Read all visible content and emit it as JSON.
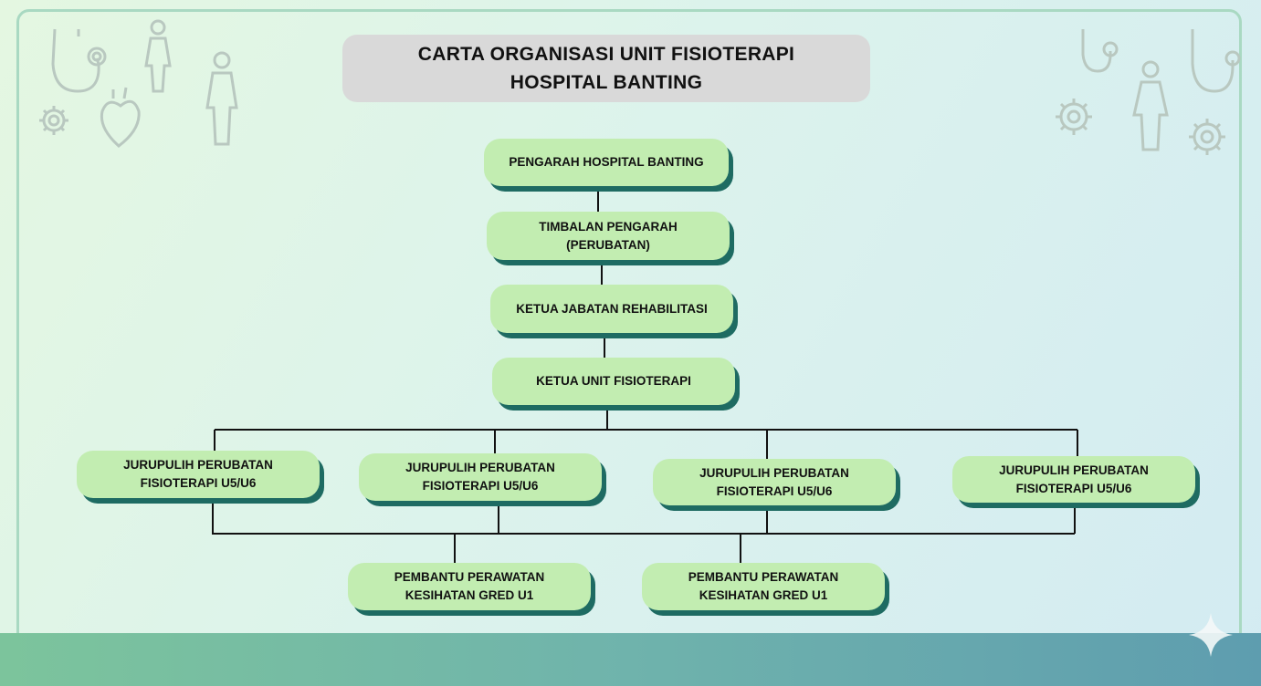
{
  "title": {
    "line1": "CARTA ORGANISASI UNIT FISIOTERAPI",
    "line2": "HOSPITAL BANTING"
  },
  "nodes": {
    "pengarah": {
      "line1": "PENGARAH HOSPITAL BANTING"
    },
    "timbalan": {
      "line1": "TIMBALAN PENGARAH",
      "line2": "(PERUBATAN)"
    },
    "ketua_jabatan": {
      "line1": "KETUA JABATAN REHABILITASI"
    },
    "ketua_unit": {
      "line1": "KETUA UNIT FISIOTERAPI"
    },
    "jurupulih": [
      {
        "line1": "JURUPULIH PERUBATAN",
        "line2": "FISIOTERAPI U5/U6"
      },
      {
        "line1": "JURUPULIH PERUBATAN",
        "line2": "FISIOTERAPI U5/U6"
      },
      {
        "line1": "JURUPULIH PERUBATAN",
        "line2": "FISIOTERAPI U5/U6"
      },
      {
        "line1": "JURUPULIH PERUBATAN",
        "line2": "FISIOTERAPI U5/U6"
      }
    ],
    "pembantu": [
      {
        "line1": "PEMBANTU PERAWATAN",
        "line2": "KESIHATAN GRED U1"
      },
      {
        "line1": "PEMBANTU PERAWATAN",
        "line2": "KESIHATAN GRED U1"
      }
    ]
  },
  "decorations": {
    "left": [
      "stethoscope-icon",
      "human-body-icon",
      "gear-icon",
      "heart-icon"
    ],
    "right": [
      "stethoscope-icon",
      "human-body-icon",
      "gear-icon"
    ],
    "corner": "sparkle-icon"
  },
  "colors": {
    "node_fill": "#c2edb1",
    "node_shadow": "#1e6b62",
    "title_fill": "#d9d9d9",
    "frame": "#a9d9c2",
    "connector": "#111111"
  }
}
